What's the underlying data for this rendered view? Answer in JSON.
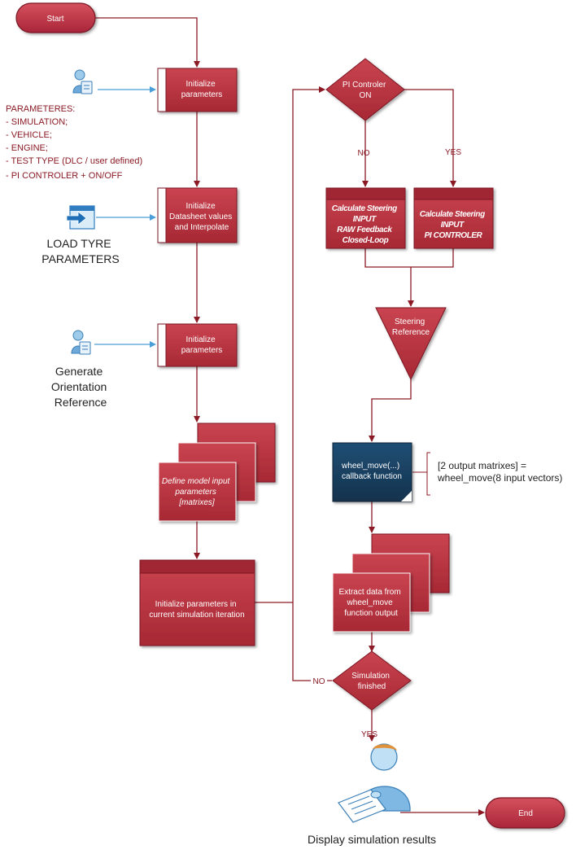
{
  "nodes": {
    "start": "Start",
    "end": "End",
    "init_params_1": [
      "Initialize",
      "parameters"
    ],
    "init_datasheet": [
      "Initialize",
      "Datasheet values",
      "and Interpolate"
    ],
    "init_params_2": [
      "Initialize",
      "parameters"
    ],
    "define_model": [
      "Define model input",
      "parameters",
      "[matrixes]"
    ],
    "init_current": [
      "Initialize parameters in",
      "current simulation iteration"
    ],
    "pi_decision": [
      "PI Controler",
      "ON"
    ],
    "calc_raw": [
      "Calculate Steering",
      "INPUT",
      "RAW Feedback",
      "Closed-Loop"
    ],
    "calc_pi": [
      "Calculate Steering",
      "INPUT",
      "PI CONTROLER"
    ],
    "steering_ref": [
      "Steering",
      "Reference"
    ],
    "wheel_move": [
      "wheel_move(...)",
      "callback function"
    ],
    "extract_data": [
      "Extract data from",
      "wheel_move",
      "function output"
    ],
    "sim_finished": [
      "Simulation",
      "finished"
    ]
  },
  "labels": {
    "no_pi": "NO",
    "yes_pi": "YES",
    "no_sim": "NO",
    "yes_sim": "YES"
  },
  "annotations": {
    "parameters": [
      "PARAMETERES:",
      "- SIMULATION;",
      "- VEHICLE;",
      "- ENGINE;",
      "- TEST TYPE (DLC  / user defined)",
      "- PI CONTROLER + ON/OFF"
    ],
    "load_tyre": [
      "LOAD TYRE",
      "PARAMETERS"
    ],
    "generate_ref": [
      "Generate",
      "Orientation",
      "Reference"
    ],
    "wheel_move_note": [
      "[2 output matrixes] =",
      "wheel_move(8 input vectors)"
    ],
    "display_results": "Display simulation results"
  },
  "icons": {
    "user_1": "user-clipboard-icon",
    "load": "load-arrow-icon",
    "user_2": "user-clipboard-icon",
    "display": "user-document-icon"
  },
  "colors": {
    "accent": "#b8323f",
    "connector": "#8b1a25",
    "link": "#4a9fd8",
    "dark_box": "#1c3d5c"
  }
}
